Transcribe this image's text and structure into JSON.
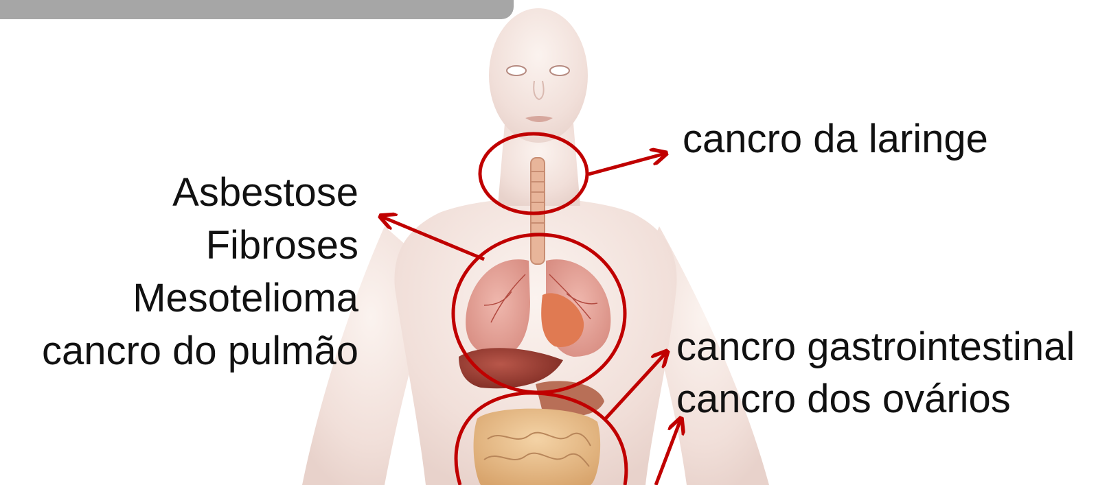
{
  "labels": {
    "left": [
      "Asbestose",
      "Fibroses",
      "Mesotelioma",
      "cancro do pulmão"
    ],
    "laringe": "cancro da laringe",
    "right": [
      "cancro gastrointestinal",
      "cancro dos ovários"
    ]
  },
  "colors": {
    "annotation": "#c00000",
    "header_tab": "#a6a6a6",
    "text": "#111111"
  },
  "icons": {
    "figure": "human-anatomy-illustration"
  }
}
